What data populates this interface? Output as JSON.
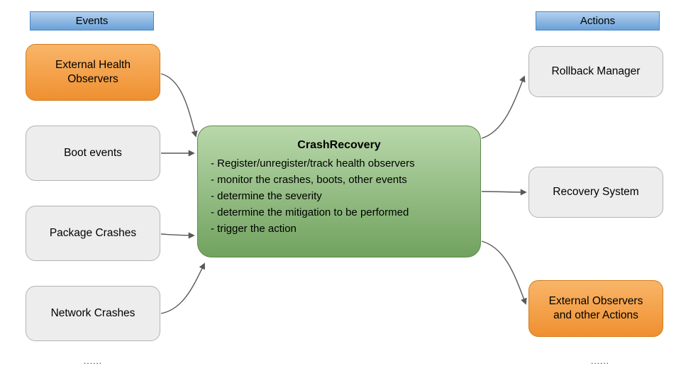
{
  "events": {
    "header": "Events",
    "ellipsis": "......",
    "items": [
      {
        "label": "External Health Observers",
        "type": "highlight"
      },
      {
        "label": "Boot events",
        "type": "default"
      },
      {
        "label": "Package Crashes",
        "type": "default"
      },
      {
        "label": "Network Crashes",
        "type": "default"
      }
    ]
  },
  "center": {
    "title": "CrashRecovery",
    "lines": [
      "- Register/unregister/track health observers",
      "- monitor the crashes, boots, other events",
      "- determine the severity",
      "- determine the mitigation to be performed",
      "- trigger the action"
    ]
  },
  "actions": {
    "header": "Actions",
    "ellipsis": "......",
    "items": [
      {
        "label": "Rollback Manager",
        "type": "default"
      },
      {
        "label": "Recovery System",
        "type": "default"
      },
      {
        "label": "External Observers and other Actions",
        "type": "highlight"
      }
    ]
  },
  "connections": [
    {
      "from": "External Health Observers",
      "to": "CrashRecovery"
    },
    {
      "from": "Boot events",
      "to": "CrashRecovery"
    },
    {
      "from": "Package Crashes",
      "to": "CrashRecovery"
    },
    {
      "from": "Network Crashes",
      "to": "CrashRecovery"
    },
    {
      "from": "CrashRecovery",
      "to": "Rollback Manager"
    },
    {
      "from": "CrashRecovery",
      "to": "Recovery System"
    },
    {
      "from": "CrashRecovery",
      "to": "External Observers and other Actions"
    }
  ],
  "colors": {
    "header_top": "#b3d1ee",
    "header_bottom": "#6aa1d8",
    "header_border": "#4a86c6",
    "orange_top": "#f9b568",
    "orange_bottom": "#ef9030",
    "orange_border": "#d07d20",
    "green_top": "#b9d8ab",
    "green_bottom": "#71a25f",
    "green_border": "#5c8a4e",
    "gray_fill": "#ededed",
    "gray_border": "#b3b3b3",
    "arrow": "#595959"
  }
}
